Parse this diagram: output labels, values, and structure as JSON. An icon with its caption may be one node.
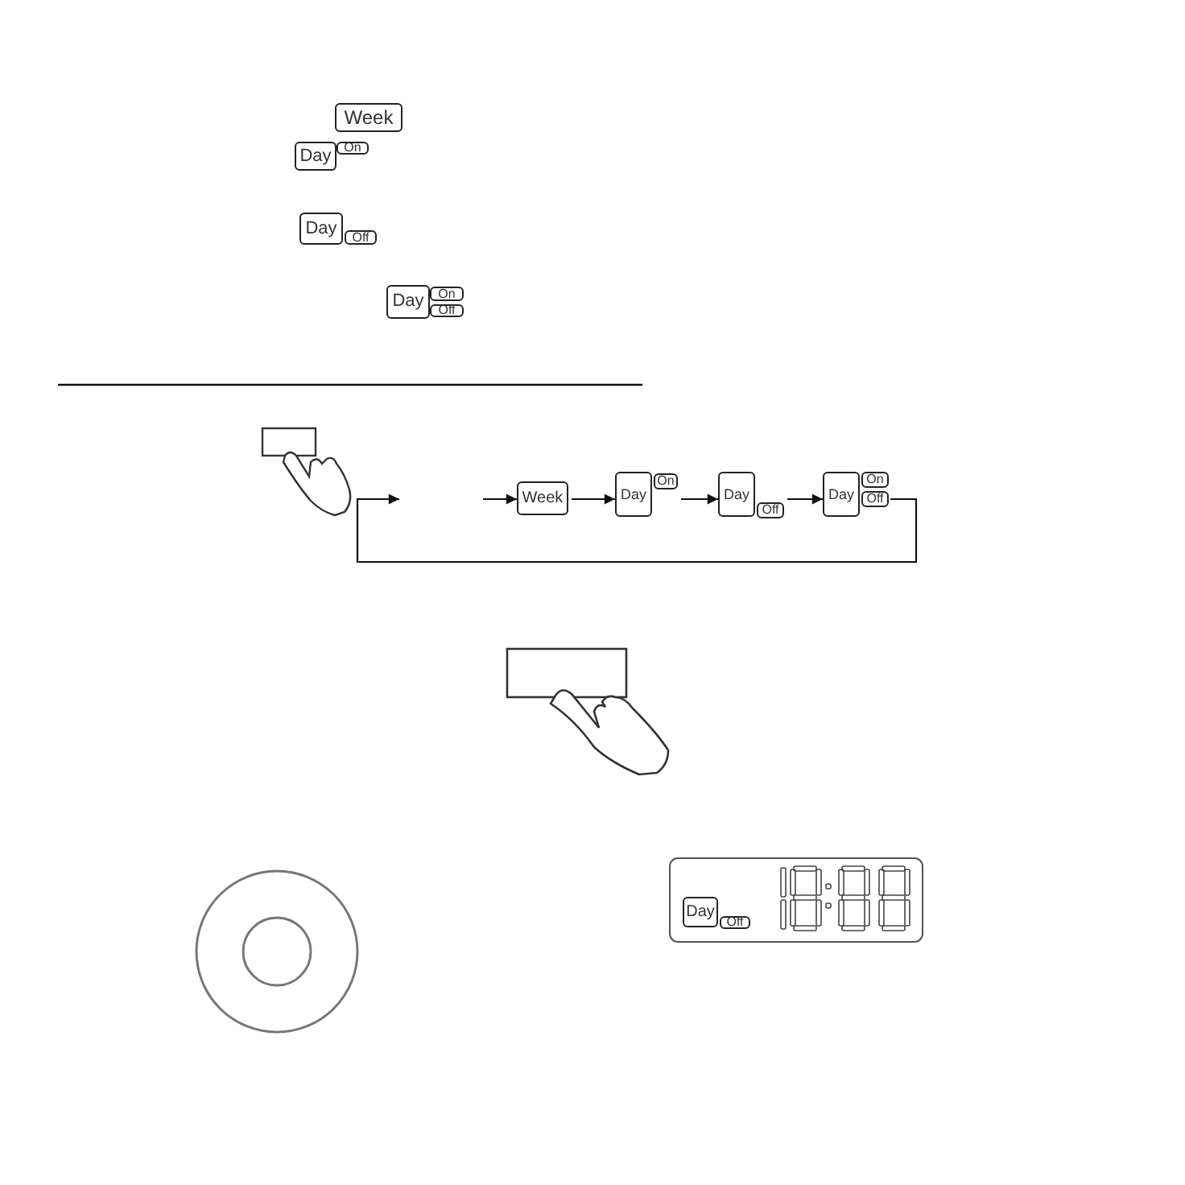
{
  "diagram": {
    "nodes": [
      {
        "text": [
          "Week"
        ]
      },
      {
        "text": [
          "Day",
          "On"
        ]
      },
      {
        "text": [
          "Day",
          "Off"
        ]
      },
      {
        "text": [
          "Day",
          "On",
          "Off"
        ]
      },
      {
        "text": [
          "Week"
        ]
      },
      {
        "text": [
          "Day",
          "On"
        ]
      },
      {
        "text": [
          "Day",
          "Off"
        ]
      },
      {
        "text": [
          "Day",
          "On",
          "Off"
        ]
      }
    ],
    "edges": [
      {
        "from": null,
        "to": 4,
        "arrow": "to"
      },
      {
        "from": 4,
        "to": 5,
        "arrow": "to"
      },
      {
        "from": 5,
        "to": 6,
        "arrow": "to"
      },
      {
        "from": 6,
        "to": 7,
        "arrow": "to"
      },
      {
        "from": 7,
        "to": null,
        "arrow": "to"
      }
    ],
    "labels": [
      "Day",
      "Off"
    ]
  }
}
